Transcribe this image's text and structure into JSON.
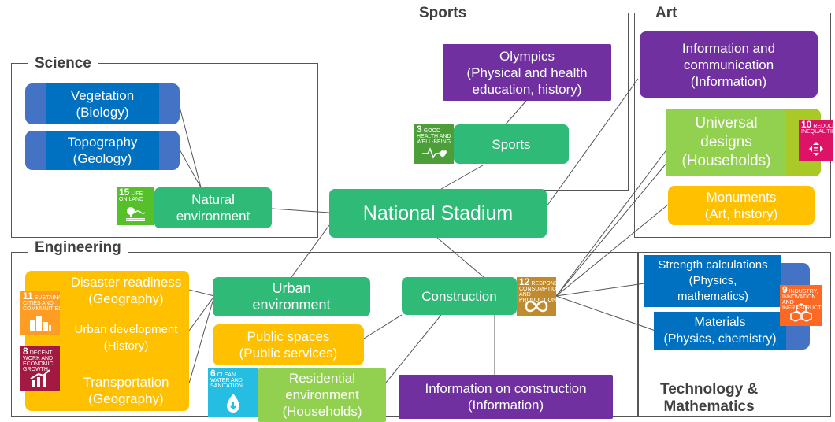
{
  "sections": {
    "science": "Science",
    "sports": "Sports",
    "art": "Art",
    "engineering": "Engineering",
    "tech_math": "Technology &\nMathematics"
  },
  "center": "National Stadium",
  "nodes": {
    "vegetation": "Vegetation\n(Biology)",
    "topography": "Topography\n(Geology)",
    "natural_environment": "Natural\nenvironment",
    "olympics": "Olympics\n(Physical and health\neducation, history)",
    "sports": "Sports",
    "info_comm": "Information and\ncommunication\n(Information)",
    "universal_designs": "Universal\ndesigns\n(Households)",
    "monuments": "Monuments\n(Art, history)",
    "disaster_readiness": "Disaster readiness\n(Geography)",
    "urban_development": "Urban development\n(History)",
    "transportation": "Transportation\n(Geography)",
    "urban_environment": "Urban\nenvironment",
    "public_spaces": "Public spaces\n(Public services)",
    "residential": "Residential\nenvironment\n(Households)",
    "construction": "Construction",
    "info_construction": "Information on construction\n(Information)",
    "strength_calc": "Strength calculations\n(Physics,\nmathematics)",
    "materials": "Materials\n(Physics, chemistry)"
  },
  "sdg_icons": {
    "sdg3": {
      "number": "3",
      "text": "GOOD HEALTH AND WELL-BEING",
      "color": "#4c9f38",
      "icon": "heartbeat-icon"
    },
    "sdg15": {
      "number": "15",
      "text": "LIFE ON LAND",
      "color": "#56c02b",
      "icon": "tree-icon"
    },
    "sdg10": {
      "number": "10",
      "text": "REDUCED INEQUALITIES",
      "color": "#dd1367",
      "icon": "equality-arrows-icon"
    },
    "sdg11": {
      "number": "11",
      "text": "SUSTAINABLE CITIES AND COMMUNITIES",
      "color": "#fd9d24",
      "icon": "city-icon"
    },
    "sdg8": {
      "number": "8",
      "text": "DECENT WORK AND ECONOMIC GROWTH",
      "color": "#a21942",
      "icon": "growth-chart-icon"
    },
    "sdg6": {
      "number": "6",
      "text": "CLEAN WATER AND SANITATION",
      "color": "#26bde2",
      "icon": "water-drop-icon"
    },
    "sdg12": {
      "number": "12",
      "text": "RESPONSIBLE CONSUMPTION AND PRODUCTION",
      "color": "#bf8b2e",
      "icon": "infinity-icon"
    },
    "sdg9": {
      "number": "9",
      "text": "INDUSTRY, INNOVATION AND INFRASTRUCTURE",
      "color": "#fd6925",
      "icon": "cubes-icon"
    }
  }
}
